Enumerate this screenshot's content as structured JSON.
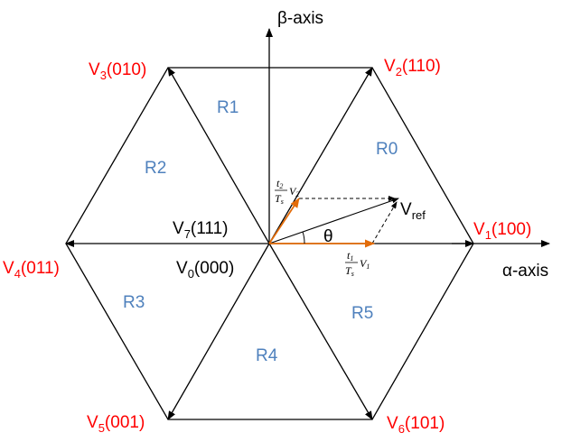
{
  "axes": {
    "beta_label": "β-axis",
    "alpha_label": "α-axis"
  },
  "vectors": [
    {
      "name": "V",
      "sub": "1",
      "code": "(100)"
    },
    {
      "name": "V",
      "sub": "2",
      "code": "(110)"
    },
    {
      "name": "V",
      "sub": "3",
      "code": "(010)"
    },
    {
      "name": "V",
      "sub": "4",
      "code": "(011)"
    },
    {
      "name": "V",
      "sub": "5",
      "code": "(001)"
    },
    {
      "name": "V",
      "sub": "6",
      "code": "(101)"
    }
  ],
  "zero_vectors": [
    {
      "name": "V",
      "sub": "7",
      "code": "(111)"
    },
    {
      "name": "V",
      "sub": "0",
      "code": "(000)"
    }
  ],
  "sectors": [
    "R0",
    "R1",
    "R2",
    "R3",
    "R4",
    "R5"
  ],
  "reference": {
    "name": "V",
    "sub": "ref"
  },
  "angle_label": "θ",
  "components": [
    {
      "num": "t",
      "num_sub": "2",
      "den": "T",
      "den_sub": "s",
      "vec": "V",
      "vec_sub": "2"
    },
    {
      "num": "t",
      "num_sub": "1",
      "den": "T",
      "den_sub": "s",
      "vec": "V",
      "vec_sub": "1"
    }
  ],
  "colors": {
    "vector_label": "#ff0000",
    "sector_label": "#4f81bd",
    "component_arrow": "#e36c09",
    "lines": "#000000"
  }
}
